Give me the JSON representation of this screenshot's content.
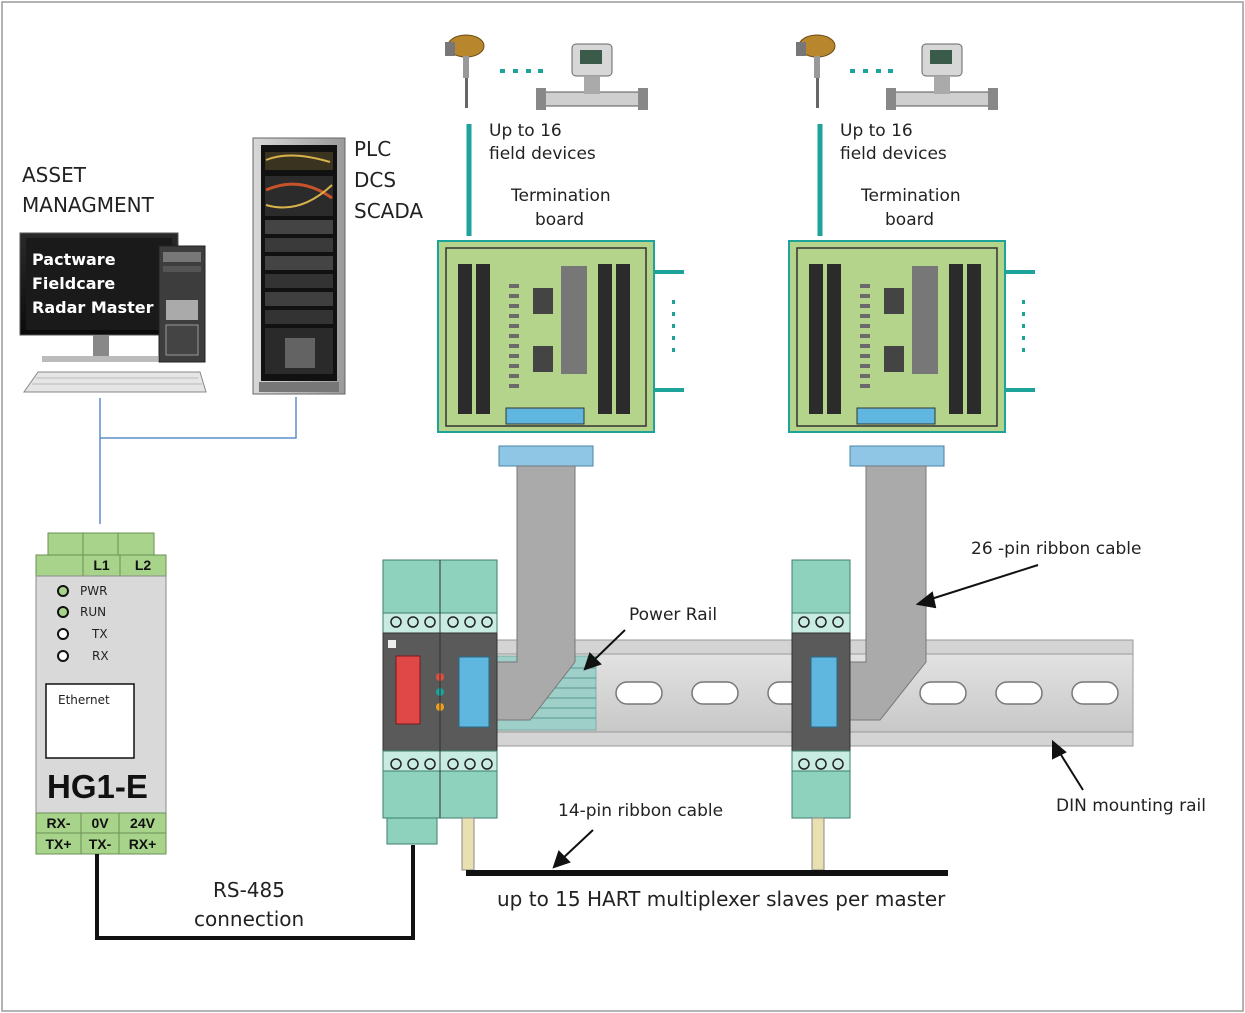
{
  "asset_management": {
    "title_line1": "ASSET",
    "title_line2": "MANAGMENT",
    "software": [
      "Pactware",
      "Fieldcare",
      "Radar Master"
    ]
  },
  "control_system": {
    "lines": [
      "PLC",
      "DCS",
      "SCADA"
    ]
  },
  "field_group_1": {
    "devices_line1": "Up to 16",
    "devices_line2": "field devices",
    "board_line1": "Termination",
    "board_line2": "board"
  },
  "field_group_2": {
    "devices_line1": "Up to 16",
    "devices_line2": "field devices",
    "board_line1": "Termination",
    "board_line2": "board"
  },
  "hg1e": {
    "model": "HG1-E",
    "top_terminals": [
      "L1",
      "L2"
    ],
    "leds": [
      "PWR",
      "RUN",
      "TX",
      "RX"
    ],
    "port_label": "Ethernet",
    "bottom_row1": [
      "RX-",
      "0V",
      "24V"
    ],
    "bottom_row2": [
      "TX+",
      "TX-",
      "RX+"
    ]
  },
  "labels": {
    "ribbon_26": "26 -pin ribbon cable",
    "power_rail": "Power Rail",
    "din_rail": "DIN mounting rail",
    "ribbon_14": "14-pin ribbon cable",
    "slaves": "up to 15 HART multiplexer slaves per master",
    "rs485_line1": "RS-485",
    "rs485_line2": "connection"
  },
  "colors": {
    "teal": "#1ea39a",
    "board_green": "#b5d48b",
    "module_grey": "#5a5a5a",
    "ribbon_grey": "#a9a9a9",
    "connector_blue": "#5fb7e0",
    "hg_green": "#a8d38a"
  }
}
